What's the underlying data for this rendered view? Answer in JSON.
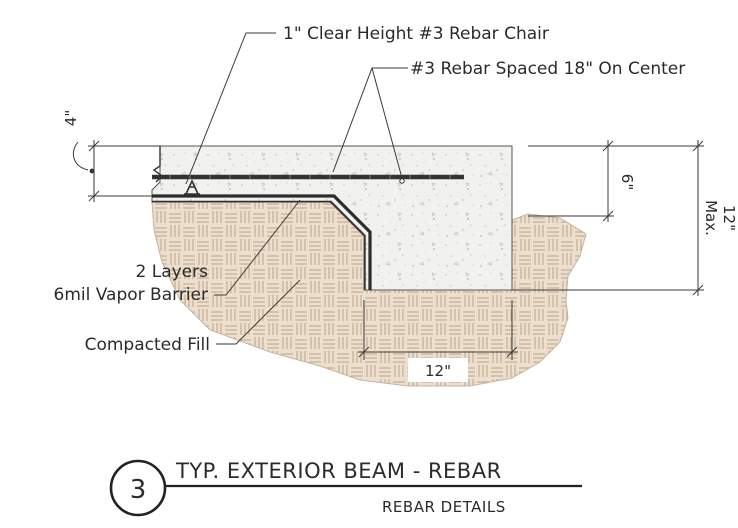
{
  "labels": {
    "chair": "1\" Clear Height #3 Rebar Chair",
    "rebar": "#3 Rebar Spaced 18\" On Center",
    "vapor_line1": "2 Layers",
    "vapor_line2": "6mil Vapor Barrier",
    "fill": "Compacted Fill"
  },
  "dimensions": {
    "slab": "4\"",
    "beam_drop": "6\"",
    "beam_total": "12\"",
    "beam_total_max": "Max.",
    "beam_width": "12\""
  },
  "title_block": {
    "number": "3",
    "title": "TYP. EXTERIOR BEAM - REBAR",
    "subtitle": "REBAR DETAILS"
  },
  "colors": {
    "concrete": "#f1f1ee",
    "soil": "#ecdfcd",
    "soil_hatch": "#bfa98f",
    "line": "#3a3a3a"
  }
}
